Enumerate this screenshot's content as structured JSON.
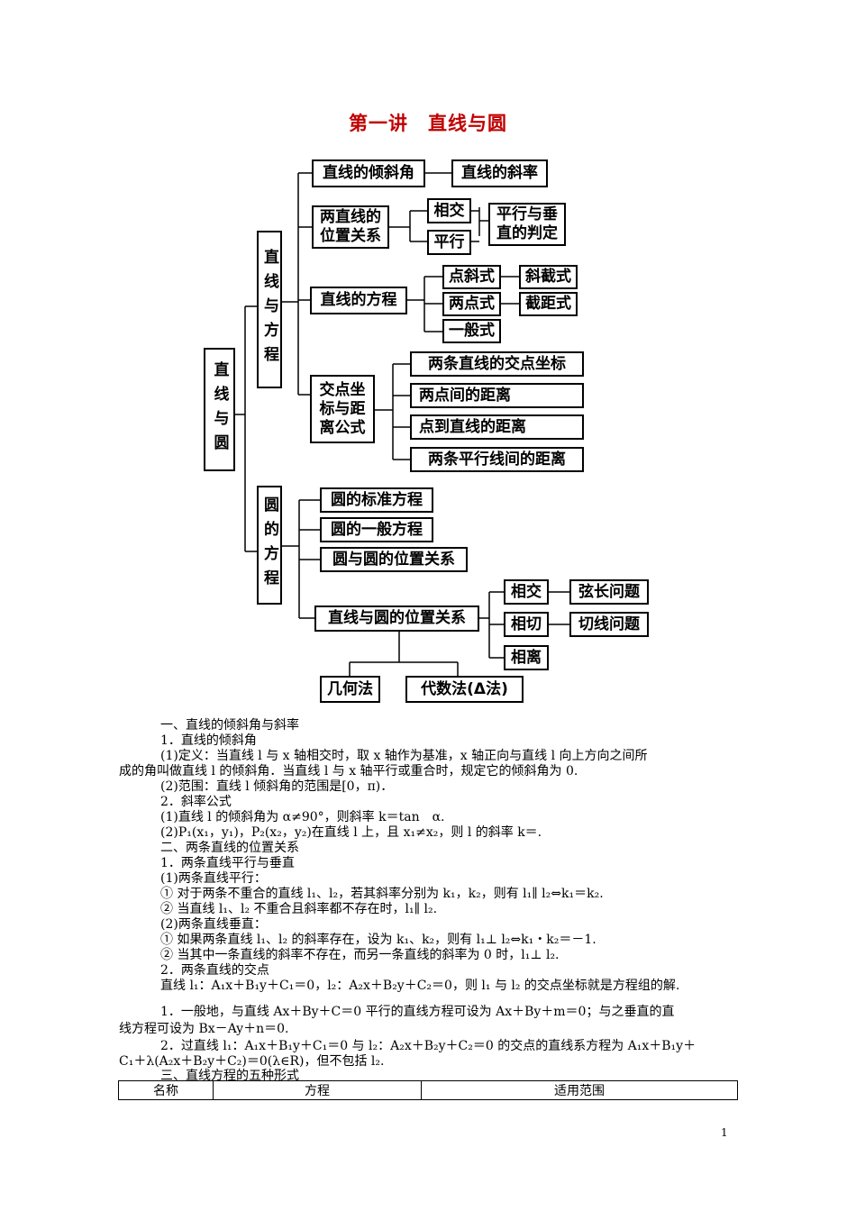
{
  "title": "第一讲　直线与圆",
  "mindmap": {
    "root": "直线与圆",
    "line_branch": "直线与方程",
    "circle_branch": "圆的方程",
    "incline_angle": "直线的倾斜角",
    "slope": "直线的斜率",
    "two_lines_relation": "两直线的\n位置关系",
    "intersect": "相交",
    "parallel": "平行",
    "parallel_perp_judge": "平行与垂\n直的判定",
    "line_equation": "直线的方程",
    "point_slope": "点斜式",
    "slope_intercept": "斜截式",
    "two_point": "两点式",
    "intercept": "截距式",
    "general": "一般式",
    "intersection_distance": "交点坐\n标与距\n离公式",
    "intersection_coord": "两条直线的交点坐标",
    "two_point_distance": "两点间的距离",
    "point_line_distance": "点到直线的距离",
    "parallel_lines_distance": "两条平行线间的距离",
    "circle_standard": "圆的标准方程",
    "circle_general": "圆的一般方程",
    "circle_circle": "圆与圆的位置关系",
    "line_circle": "直线与圆的位置关系",
    "lc_intersect": "相交",
    "lc_tangent": "相切",
    "lc_separate": "相离",
    "chord_length": "弦长问题",
    "tangent_problem": "切线问题",
    "geometric_method": "几何法",
    "algebraic_method": "代数法(Δ法)"
  },
  "text": {
    "s1": "一、直线的倾斜角与斜率",
    "s1_1": "1．直线的倾斜角",
    "s1_1_1a": "(1)定义：当直线 l 与 x 轴相交时，取 x 轴作为基准，x 轴正向与直线 l 向上方向之间所",
    "s1_1_1b": "成的角叫做直线 l 的倾斜角．当直线 l 与 x 轴平行或重合时，规定它的倾斜角为 0.",
    "s1_1_2": "(2)范围：直线 l 倾斜角的范围是[0，π)．",
    "s1_2": "2．斜率公式",
    "s1_2_1": "(1)直线 l 的倾斜角为 α≠90°，则斜率 k＝tan　α.",
    "s1_2_2": "(2)P₁(x₁，y₁)，P₂(x₂，y₂)在直线 l 上，且 x₁≠x₂，则 l 的斜率 k＝.",
    "s2": "二、两条直线的位置关系",
    "s2_1": "1．两条直线平行与垂直",
    "s2_1_1": "(1)两条直线平行：",
    "s2_1_1a": "① 对于两条不重合的直线 l₁、l₂，若其斜率分别为 k₁，k₂，则有 l₁∥ l₂⇔k₁＝k₂.",
    "s2_1_1b": "② 当直线 l₁、l₂ 不重合且斜率都不存在时，l₁∥ l₂.",
    "s2_1_2": "(2)两条直线垂直：",
    "s2_1_2a": "① 如果两条直线 l₁、l₂ 的斜率存在，设为 k₁、k₂，则有 l₁⊥ l₂⇔k₁・k₂＝－1.",
    "s2_1_2b": "② 当其中一条直线的斜率不存在，而另一条直线的斜率为 0 时，l₁⊥ l₂.",
    "s2_2": "2．两条直线的交点",
    "s2_2_1": "直线 l₁：A₁x＋B₁y＋C₁＝0，l₂：A₂x＋B₂y＋C₂＝0，则 l₁ 与 l₂ 的交点坐标就是方程组的解.",
    "n1a": "1．一般地，与直线 Ax＋By＋C＝0 平行的直线方程可设为 Ax＋By＋m＝0；与之垂直的直",
    "n1b": "线方程可设为 Bx－Ay＋n＝0.",
    "n2a": "2．过直线 l₁：A₁x＋B₁y＋C₁＝0 与 l₂：A₂x＋B₂y＋C₂＝0 的交点的直线系方程为 A₁x＋B₁y＋",
    "n2b": "C₁＋λ(A₂x＋B₂y＋C₂)＝0(λ∈R)，但不包括 l₂.",
    "s3": "三、直线方程的五种形式"
  },
  "table": {
    "headers": [
      "名称",
      "方程",
      "适用范围"
    ]
  },
  "page_number": "1"
}
